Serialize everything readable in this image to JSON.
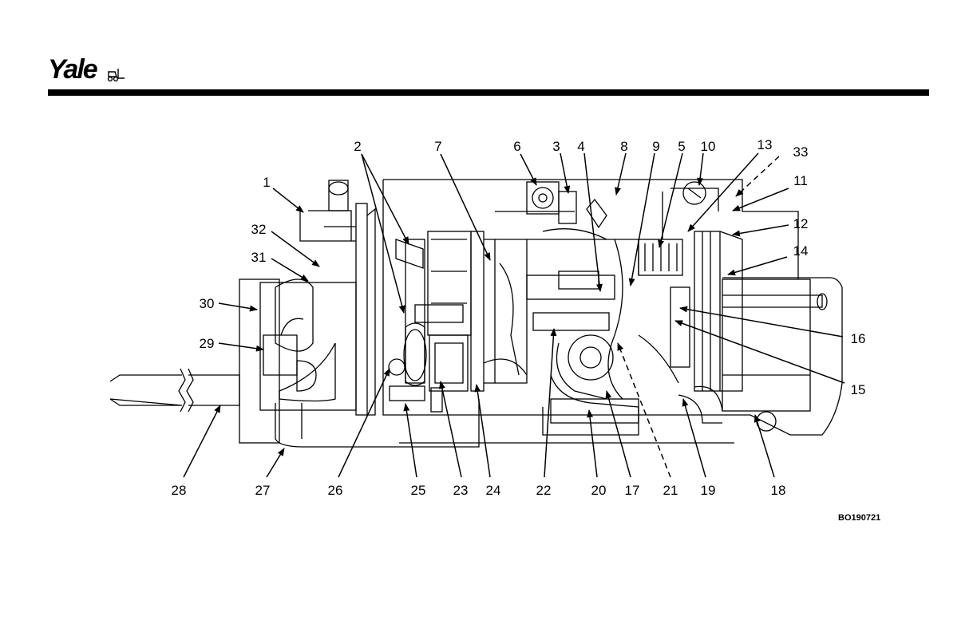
{
  "header": {
    "logo_text": "Yale"
  },
  "figure_id": "BO190721",
  "callouts": [
    "1",
    "2",
    "3",
    "4",
    "5",
    "6",
    "7",
    "8",
    "9",
    "10",
    "11",
    "12",
    "13",
    "14",
    "15",
    "16",
    "17",
    "18",
    "19",
    "20",
    "21",
    "22",
    "23",
    "24",
    "25",
    "26",
    "27",
    "28",
    "29",
    "30",
    "31",
    "32",
    "33"
  ],
  "icons": {
    "logo_mark": "forklift-icon"
  }
}
